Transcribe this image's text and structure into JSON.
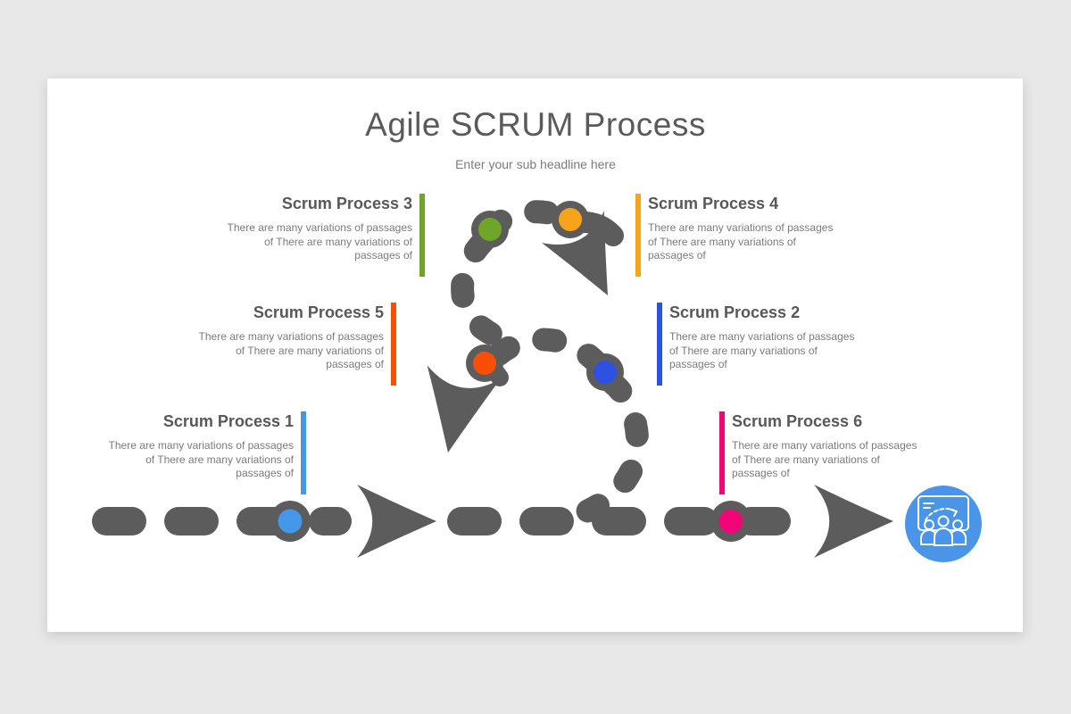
{
  "slide": {
    "title": "Agile SCRUM Process",
    "subtitle": "Enter your sub headline here",
    "background_color": "#e9e8e8",
    "surface_color": "#ffffff"
  },
  "diagram": {
    "path_color": "#5c5c5c",
    "end_icon": {
      "name": "team-scrum-board-icon",
      "circle_color": "#4a95e8",
      "glyph_color": "#ffffff"
    }
  },
  "processes": [
    {
      "title": "Scrum Process 1",
      "body": "There are many variations of passages of There are many variations of passages of",
      "accent": "#4597EA",
      "align": "right"
    },
    {
      "title": "Scrum Process 2",
      "body": "There are many variations of passages of There are many variations of passages of",
      "accent": "#2D52E2",
      "align": "left"
    },
    {
      "title": "Scrum Process 3",
      "body": "There are many variations of passages of There are many variations of passages of",
      "accent": "#6FA62A",
      "align": "right"
    },
    {
      "title": "Scrum Process 4",
      "body": "There are many variations of passages of There are many variations of passages of",
      "accent": "#F7A41C",
      "align": "left"
    },
    {
      "title": "Scrum Process 5",
      "body": "There are many variations of passages of There are many variations of passages of",
      "accent": "#F94E06",
      "align": "right"
    },
    {
      "title": "Scrum Process 6",
      "body": "There are many variations of passages of There are many variations of passages of",
      "accent": "#F00677",
      "align": "left"
    }
  ]
}
